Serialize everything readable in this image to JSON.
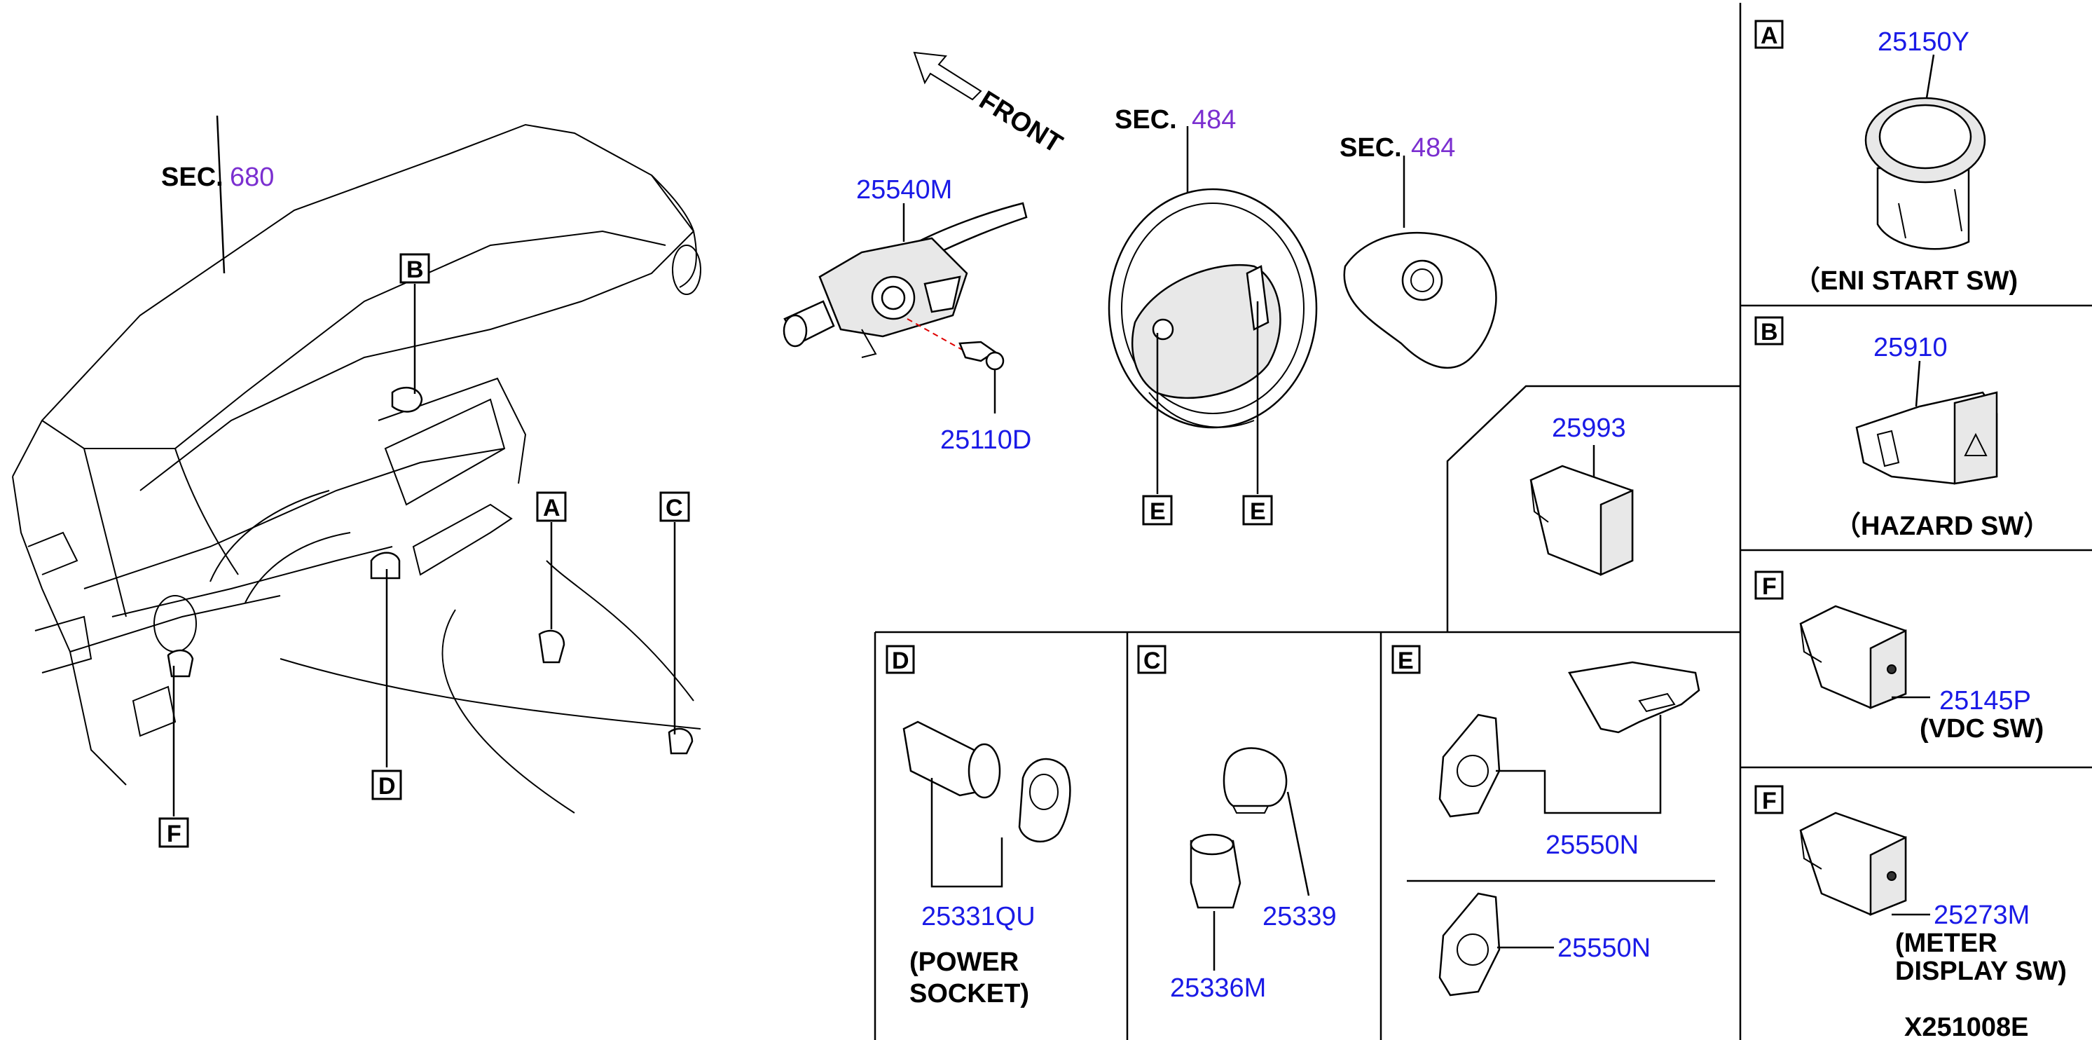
{
  "drawing_id": "X251008E",
  "front_label": "FRONT",
  "sec_prefix": "SEC.",
  "sec_refs": {
    "dash": "680",
    "wheel": "484",
    "airbag": "484"
  },
  "callouts": {
    "A": "A",
    "B": "B",
    "C": "C",
    "D": "D",
    "E": "E",
    "F": "F"
  },
  "parts": {
    "combo_switch": "25540M",
    "bolt": "25110D",
    "eni_start_sw": "25150Y",
    "hazard_sw": "25910",
    "sw_25993": "25993",
    "vdc_sw": "25145P",
    "meter_display_sw": "25273M",
    "power_socket": "25331QU",
    "socket_c": "25336M",
    "cap_c": "25339",
    "steering_sw_a": "25550N",
    "steering_sw_b": "25550N"
  },
  "captions": {
    "eni_start": "（ENI START SW)",
    "hazard": "（HAZARD SW）",
    "vdc": "(VDC SW)",
    "meter_1": "(METER",
    "meter_2": "DISPLAY SW)",
    "power_1": "(POWER",
    "power_2": "SOCKET)"
  },
  "colors": {
    "part_number": "#1a1ae6",
    "section_number": "#7b2fd0",
    "line": "#000000"
  }
}
